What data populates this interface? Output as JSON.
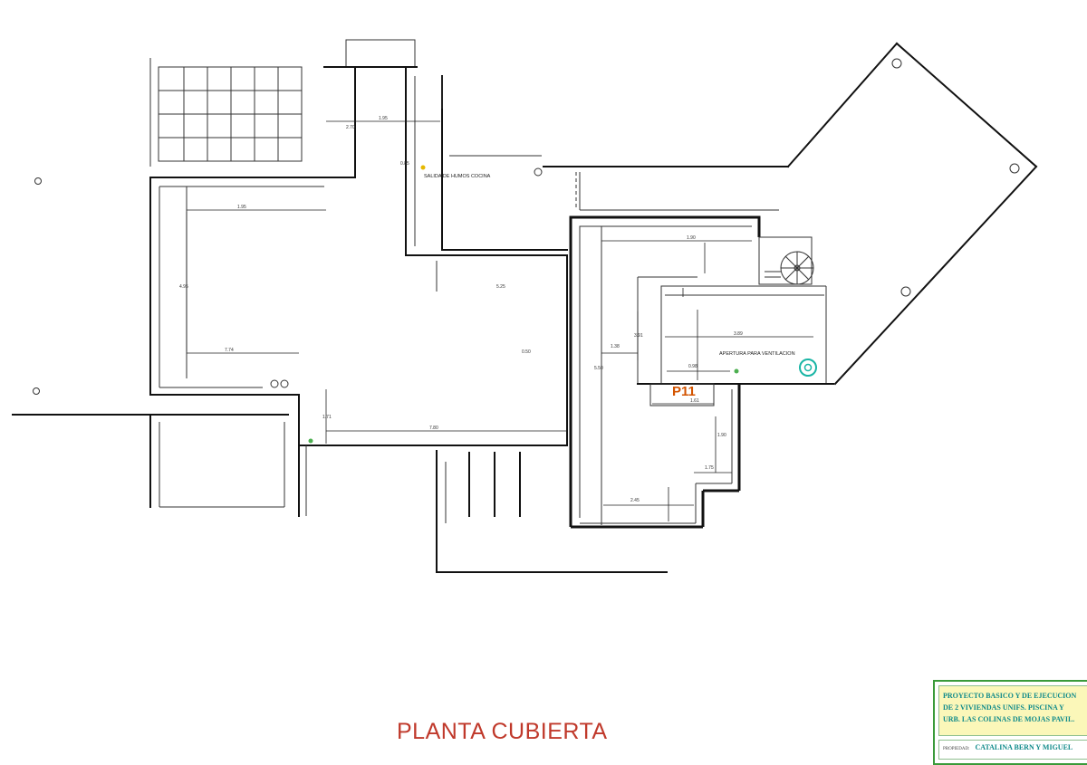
{
  "title": "PLANTA CUBIERTA",
  "marker": "P11",
  "notes": {
    "smoke": "SALIDA DE HUMOS COCINA",
    "vent": "APERTURA PARA VENTILACION"
  },
  "dimensions": [
    "1.95",
    "1.95",
    "4.95",
    "7.74",
    "1.71",
    "7.80",
    "5.25",
    "0.50",
    "0.85",
    "2.70",
    "1.90",
    "5.50",
    "1.38",
    "3.89",
    "0.98",
    "1.61",
    "1.90",
    "2.45",
    "1.75",
    "3.91"
  ],
  "cartouche": {
    "line1": "PROYECTO BASICO Y DE EJECUCION",
    "line2": "DE 2 VIVIENDAS UNIFS. PISCINA Y",
    "line3": "URB. LAS COLINAS DE MOJAS PAVIL.",
    "owner_label": "PROPIEDAD:",
    "owner": "CATALINA BERN Y MIGUEL"
  },
  "colors": {
    "title": "#c0392b",
    "marker": "#d35400",
    "cartouche_text": "#0f8a8a",
    "cartouche_fill": "#fbf7b9",
    "cartouche_border": "#3a9a3a"
  }
}
